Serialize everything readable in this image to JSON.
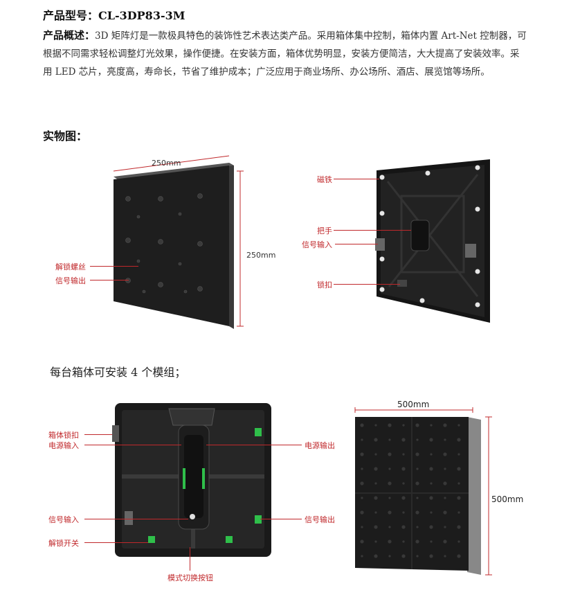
{
  "header": {
    "model_label": "产品型号：",
    "model_value": "CL-3DP83-3M",
    "overview_label": "产品概述：",
    "overview_text": "3D 矩阵灯是一款极具特色的装饰性艺术表达类产品。采用箱体集中控制，箱体内置 Art-Net 控制器，可根据不同需求轻松调整灯光效果，操作便捷。在安装方面，箱体优势明显，安装方便简洁，大大提高了安装效率。采用 LED 芯片，亮度高，寿命长，节省了维护成本；广泛应用于商业场所、办公场所、酒店、展览馆等场所。"
  },
  "photos_title": "实物图：",
  "module": {
    "width_dim": "250mm",
    "height_dim": "250mm",
    "front_labels": {
      "unlock_screw": "解锁螺丝",
      "signal_out": "信号输出"
    },
    "back_labels": {
      "magnet": "磁铁",
      "handle": "把手",
      "signal_in": "信号输入",
      "lock": "锁扣"
    }
  },
  "cabinet_caption": "每台箱体可安装 4 个模组；",
  "cabinet": {
    "width_dim": "500mm",
    "height_dim": "500mm",
    "left_labels": {
      "lock": "箱体锁扣",
      "power_in": "电源输入",
      "signal_in": "信号输入",
      "unlock_switch": "解锁开关"
    },
    "right_labels": {
      "power_out": "电源输出",
      "signal_out": "信号输出"
    },
    "bottom_label": "模式切换按钮"
  },
  "colors": {
    "callout_red": "#c0282b",
    "panel": "#1c1c1c",
    "accent_green": "#2fbf4a"
  }
}
